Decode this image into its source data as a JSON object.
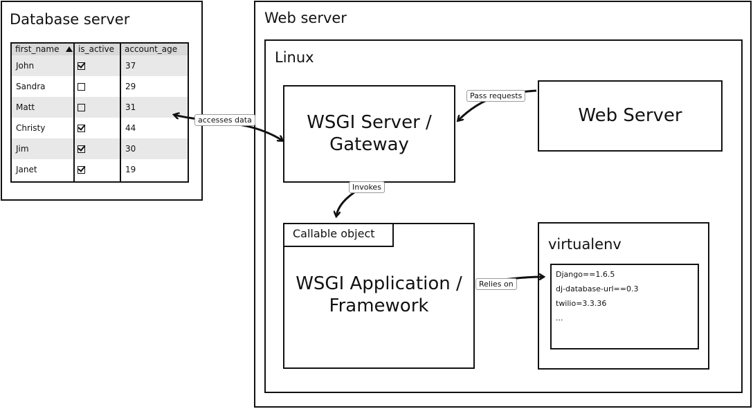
{
  "database_server": {
    "title": "Database server",
    "table": {
      "columns": [
        "first_name",
        "is_active",
        "account_age"
      ],
      "sorted_column": "first_name",
      "rows": [
        {
          "first_name": "John",
          "is_active": true,
          "account_age": "37"
        },
        {
          "first_name": "Sandra",
          "is_active": false,
          "account_age": "29"
        },
        {
          "first_name": "Matt",
          "is_active": false,
          "account_age": "31"
        },
        {
          "first_name": "Christy",
          "is_active": true,
          "account_age": "44"
        },
        {
          "first_name": "Jim",
          "is_active": true,
          "account_age": "30"
        },
        {
          "first_name": "Janet",
          "is_active": true,
          "account_age": "19"
        }
      ]
    }
  },
  "web_server_outer": {
    "title": "Web server"
  },
  "linux": {
    "title": "Linux"
  },
  "wsgi_server": {
    "line1": "WSGI Server /",
    "line2": "Gateway"
  },
  "web_server_box": {
    "label": "Web Server"
  },
  "wsgi_app": {
    "tag": "Callable object",
    "line1": "WSGI Application /",
    "line2": "Framework"
  },
  "virtualenv": {
    "title": "virtualenv",
    "packages": [
      "Django==1.6.5",
      "dj-database-url==0.3",
      "twilio=3.3.36",
      "..."
    ]
  },
  "connections": {
    "accesses_data": "accesses data",
    "pass_requests": "Pass requests",
    "invokes": "Invokes",
    "relies_on": "Relies on"
  }
}
